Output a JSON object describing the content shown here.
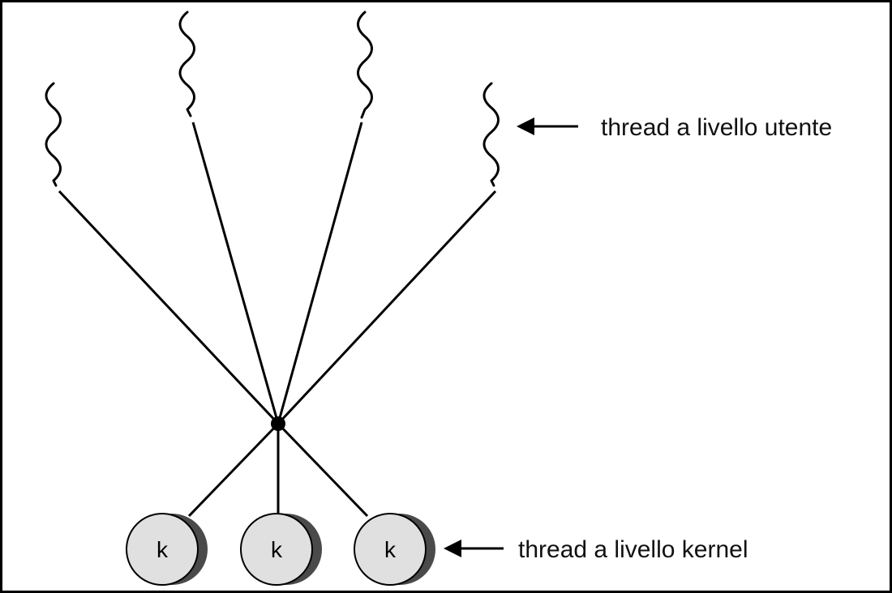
{
  "labels": {
    "user_threads": "thread a livello utente",
    "kernel_threads": "thread a livello kernel"
  },
  "kernel_thread_letters": [
    "k",
    "k",
    "k"
  ],
  "colors": {
    "background": "#ffffff",
    "border": "#000000",
    "line": "#000000",
    "kernel_fill": "#e0e0e0",
    "kernel_shadow": "#4a4a4a"
  }
}
